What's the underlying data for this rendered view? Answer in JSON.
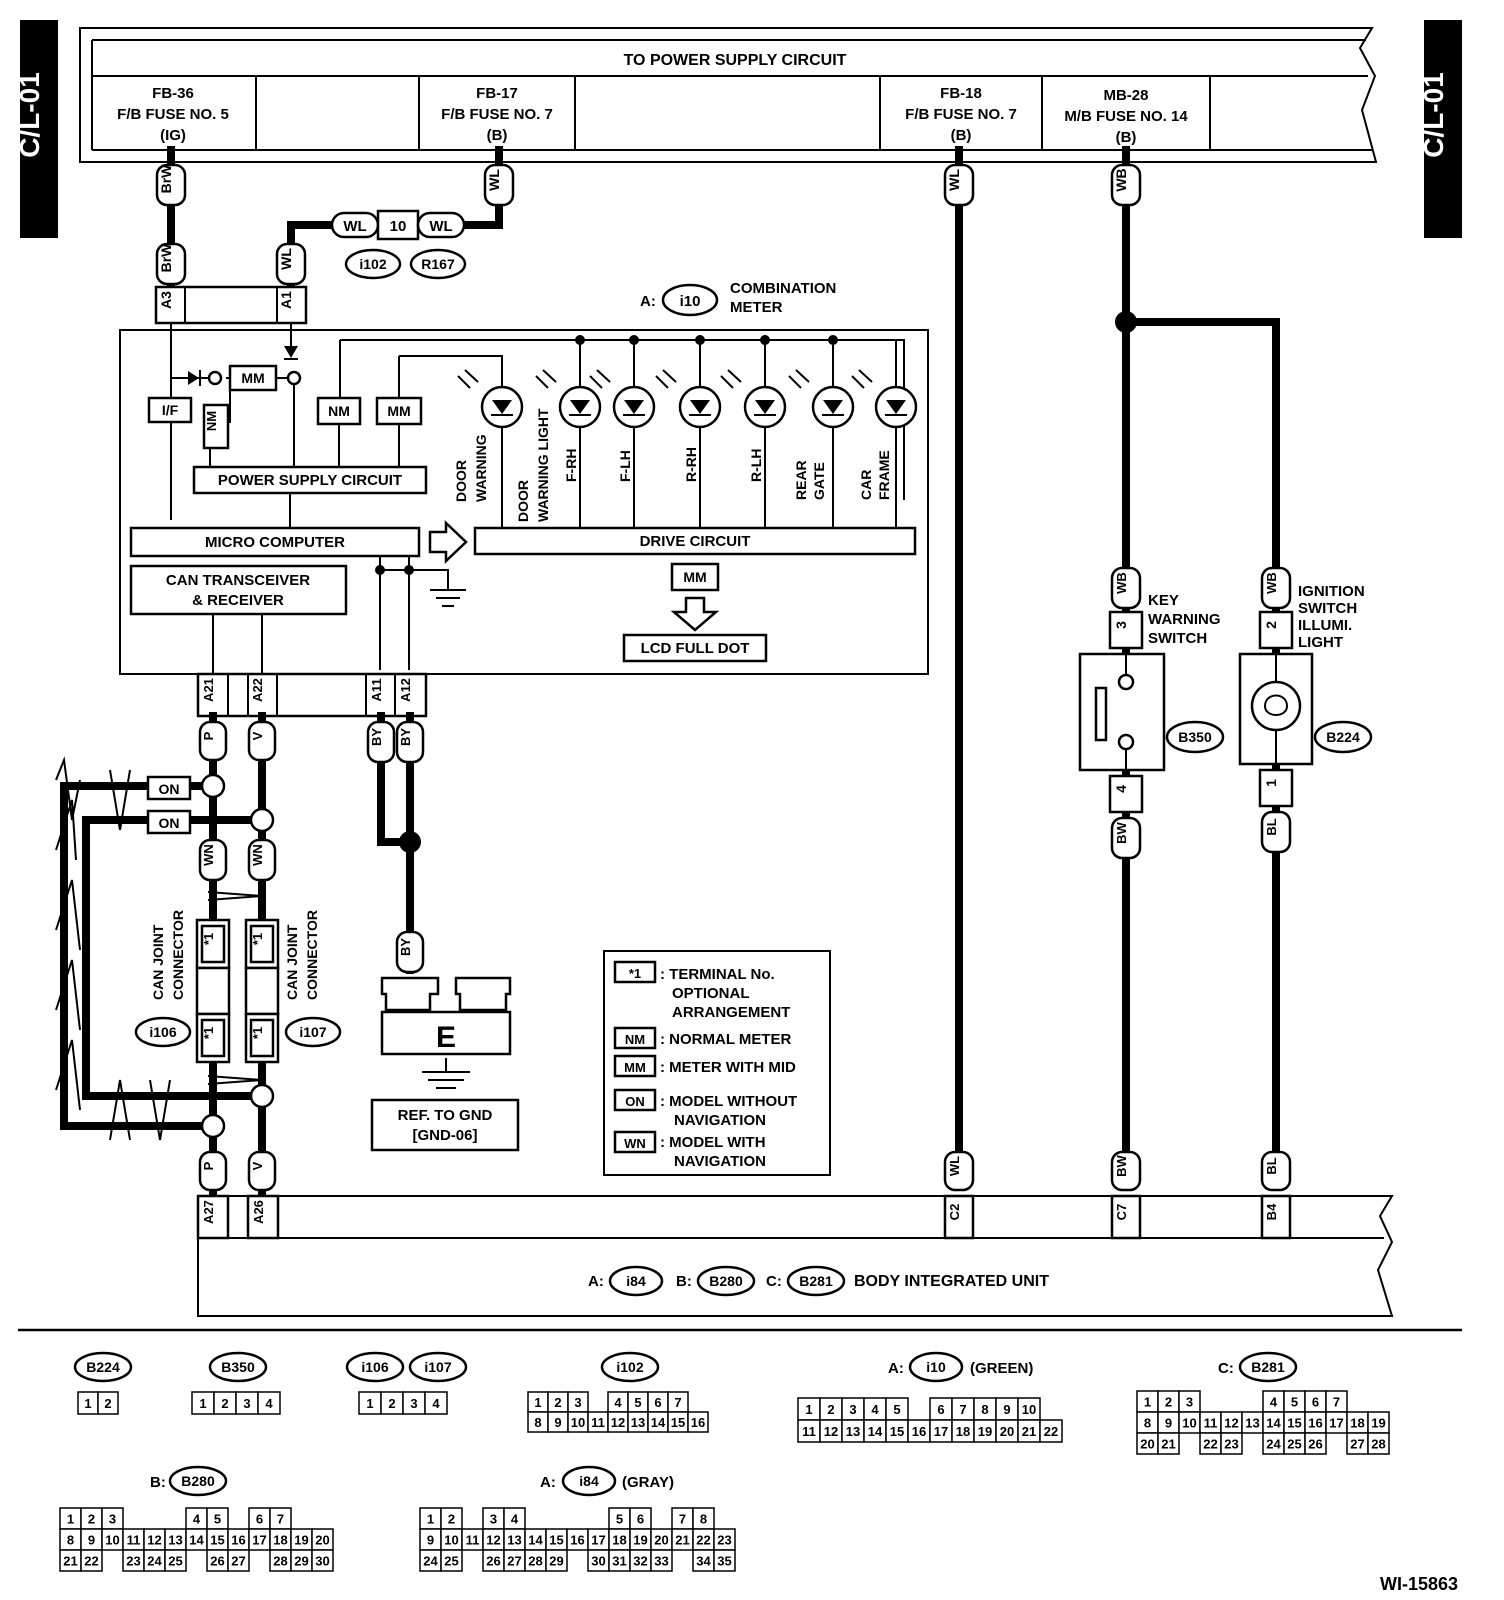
{
  "side_tab_left": "C/L-01",
  "side_tab_right": "C/L-01",
  "power_supply": {
    "title": "TO POWER SUPPLY CIRCUIT",
    "fuses": [
      {
        "l1": "FB-36",
        "l2": "F/B FUSE NO. 5",
        "l3": "(IG)"
      },
      {
        "l1": "FB-17",
        "l2": "F/B FUSE NO. 7",
        "l3": "(B)"
      },
      {
        "l1": "FB-18",
        "l2": "F/B FUSE NO. 7",
        "l3": "(B)"
      },
      {
        "l1": "MB-28",
        "l2": "M/B FUSE NO. 14",
        "l3": "(B)"
      }
    ]
  },
  "wires": {
    "brw": "BrW",
    "wl": "WL",
    "wb": "WB",
    "bw": "BW",
    "bl": "BL",
    "p": "P",
    "v": "V",
    "by": "BY",
    "wn": "WN",
    "star1": "*1",
    "joint10": "10"
  },
  "connector_ids": {
    "i102": "i102",
    "r167": "R167",
    "i10": "i10",
    "b350": "B350",
    "b224": "B224",
    "i106": "i106",
    "i107": "i107",
    "i84": "i84",
    "b280": "B280",
    "b281": "B281"
  },
  "meter": {
    "prefix": "A:",
    "label_line1": "COMBINATION",
    "label_line2": "METER",
    "pins": {
      "a3": "A3",
      "a1": "A1",
      "a21": "A21",
      "a22": "A22",
      "a11": "A11",
      "a12": "A12"
    },
    "if": "I/F",
    "nm": "NM",
    "mm": "MM",
    "power_supply_circuit": "POWER SUPPLY CIRCUIT",
    "micro_computer": "MICRO COMPUTER",
    "can_trx_line1": "CAN TRANSCEIVER",
    "can_trx_line2": "& RECEIVER",
    "drive_circuit": "DRIVE CIRCUIT",
    "lcd_full_dot": "LCD FULL DOT",
    "door_warning_l1": "DOOR",
    "door_warning_l2": "WARNING",
    "lamps": [
      {
        "l1": "DOOR",
        "l2": "WARNING LIGHT"
      },
      {
        "l1": "F-RH",
        "l2": ""
      },
      {
        "l1": "F-LH",
        "l2": ""
      },
      {
        "l1": "R-RH",
        "l2": ""
      },
      {
        "l1": "R-LH",
        "l2": ""
      },
      {
        "l1": "REAR",
        "l2": "GATE"
      },
      {
        "l1": "CAR",
        "l2": "FRAME"
      }
    ]
  },
  "switches": {
    "key_warning": {
      "l1": "KEY",
      "l2": "WARNING",
      "l3": "SWITCH",
      "pin_top": "3",
      "pin_bottom": "4"
    },
    "ignition": {
      "l1": "IGNITION",
      "l2": "SWITCH",
      "l3": "ILLUMI.",
      "l4": "LIGHT",
      "pin_top": "2",
      "pin_bottom": "1"
    }
  },
  "can": {
    "on": "ON",
    "wn": "WN",
    "joint_l1": "CAN JOINT",
    "joint_l2": "CONNECTOR"
  },
  "ground": {
    "letter": "E",
    "ref_l1": "REF. TO GND",
    "ref_l2": "[GND-06]"
  },
  "legend": [
    {
      "key": "*1",
      "l1": ": TERMINAL No.",
      "l2": "OPTIONAL",
      "l3": "ARRANGEMENT"
    },
    {
      "key": "NM",
      "l1": ": NORMAL METER",
      "l2": "",
      "l3": ""
    },
    {
      "key": "MM",
      "l1": ": METER WITH MID",
      "l2": "",
      "l3": ""
    },
    {
      "key": "ON",
      "l1": ": MODEL WITHOUT",
      "l2": "NAVIGATION",
      "l3": ""
    },
    {
      "key": "WN",
      "l1": ": MODEL WITH",
      "l2": "NAVIGATION",
      "l3": ""
    }
  ],
  "body_unit": {
    "a_prefix": "A:",
    "b_prefix": "B:",
    "c_prefix": "C:",
    "label": "BODY INTEGRATED UNIT",
    "pins": {
      "a27": "A27",
      "a26": "A26",
      "c2": "C2",
      "c7": "C7",
      "b4": "B4"
    }
  },
  "connector_views": {
    "green": "(GREEN)",
    "gray": "(GRAY)",
    "b224": [
      [
        "1",
        "2"
      ]
    ],
    "b350": [
      [
        "1",
        "2",
        "3",
        "4"
      ]
    ],
    "i106_i107": [
      [
        "1",
        "2",
        "3",
        "4"
      ]
    ],
    "i102": [
      [
        "1",
        "2",
        "3",
        "",
        "4",
        "5",
        "6",
        "7"
      ],
      [
        "8",
        "9",
        "10",
        "11",
        "12",
        "13",
        "14",
        "15",
        "16"
      ]
    ],
    "i10": [
      [
        "1",
        "2",
        "3",
        "4",
        "5",
        "",
        "6",
        "7",
        "8",
        "9",
        "10"
      ],
      [
        "11",
        "12",
        "13",
        "14",
        "15",
        "16",
        "17",
        "18",
        "19",
        "20",
        "21",
        "22"
      ]
    ],
    "b281": [
      [
        "1",
        "2",
        "3",
        "",
        "",
        "",
        "4",
        "5",
        "6",
        "7"
      ],
      [
        "8",
        "9",
        "10",
        "11",
        "12",
        "13",
        "14",
        "15",
        "16",
        "17",
        "18",
        "19"
      ],
      [
        "20",
        "21",
        "",
        "22",
        "23",
        "",
        "24",
        "25",
        "26",
        "",
        "27",
        "28"
      ]
    ],
    "b280": [
      [
        "1",
        "2",
        "3",
        "",
        "",
        "",
        "4",
        "5",
        "",
        "6",
        "7"
      ],
      [
        "8",
        "9",
        "10",
        "11",
        "12",
        "13",
        "14",
        "15",
        "16",
        "17",
        "18",
        "19",
        "20"
      ],
      [
        "21",
        "22",
        "",
        "23",
        "24",
        "25",
        "",
        "26",
        "27",
        "",
        "28",
        "29",
        "30"
      ]
    ],
    "i84": [
      [
        "1",
        "2",
        "",
        "3",
        "4",
        "",
        "",
        "",
        "",
        "5",
        "6",
        "",
        "7",
        "8"
      ],
      [
        "9",
        "10",
        "11",
        "12",
        "13",
        "14",
        "15",
        "16",
        "17",
        "18",
        "19",
        "20",
        "21",
        "22",
        "23"
      ],
      [
        "24",
        "25",
        "",
        "26",
        "27",
        "28",
        "29",
        "",
        "30",
        "31",
        "32",
        "33",
        "",
        "34",
        "35"
      ]
    ]
  },
  "figure_id": "WI-15863"
}
